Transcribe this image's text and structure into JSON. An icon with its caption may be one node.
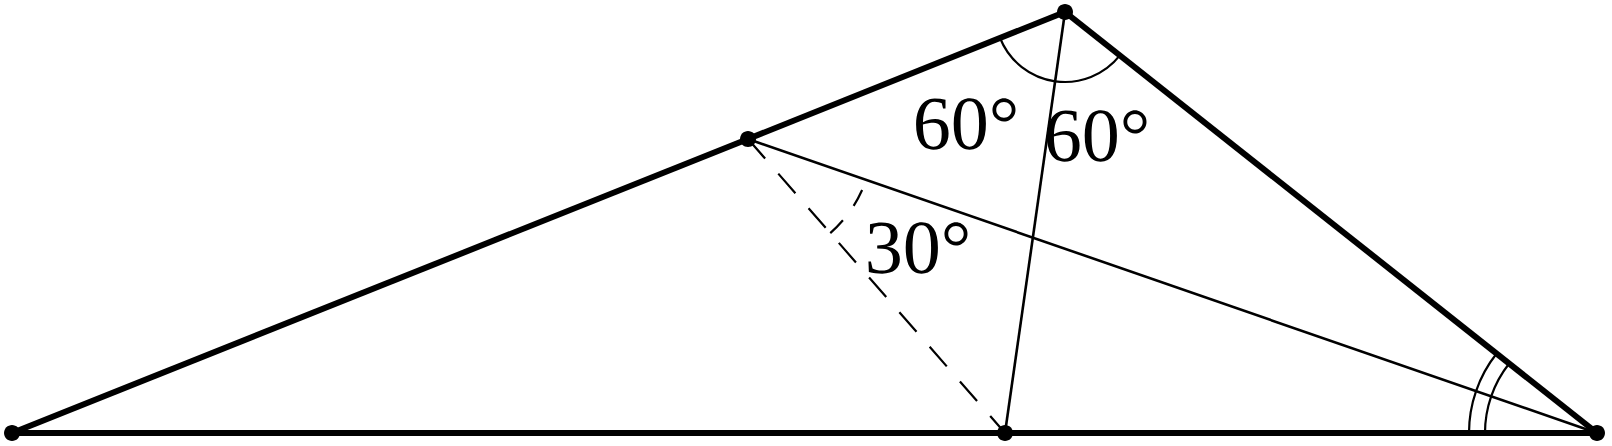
{
  "diagram": {
    "nodes": [
      {
        "text": [],
        "shape": "circle"
      },
      {
        "text": [],
        "shape": "circle"
      },
      {
        "text": [],
        "shape": "circle"
      },
      {
        "text": [],
        "shape": "circle"
      },
      {
        "text": [],
        "shape": "circle"
      }
    ],
    "edges": [
      {
        "from": 0,
        "to": 1,
        "arrow": "none"
      },
      {
        "from": 1,
        "to": 2,
        "arrow": "none"
      },
      {
        "from": 2,
        "to": 4,
        "arrow": "none"
      },
      {
        "from": 0,
        "to": 3,
        "arrow": "none"
      },
      {
        "from": 3,
        "to": 4,
        "arrow": "none"
      },
      {
        "from": 2,
        "to": 3,
        "arrow": "none"
      },
      {
        "from": 1,
        "to": 4,
        "arrow": "none"
      },
      {
        "from": 1,
        "to": 3,
        "arrow": "none",
        "style": "dashed"
      }
    ],
    "labels": [
      "60°",
      "60°",
      "30°"
    ]
  }
}
